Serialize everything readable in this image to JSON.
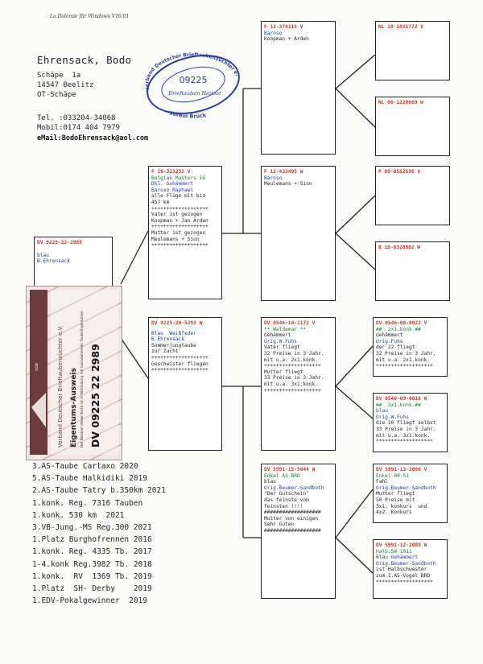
{
  "header": {
    "software": "La Dolomie für Windows V16.01"
  },
  "owner": {
    "name": "Ehrensack, Bodo",
    "street": "Schäpe  1a",
    "city": "14547 Beelitz",
    "district": "OT-Schäpe",
    "tel": "Tel. :033204-34068",
    "mobil": "Mobil:0174 404 7979",
    "email": "eMail:BodoEhrensack@aol.com"
  },
  "stamp": {
    "number": "09225",
    "text_top": "Verband Deutscher Brieftaubenzüchter e.V.",
    "text_mid": "Brieftauben Heimat",
    "text_bottom": "Verein Brück",
    "color": "#2a3f9e"
  },
  "id_card": {
    "org": "Verband Deutscher Brieftaubenzüchter e.V.",
    "title": "Eigentums-Ausweis",
    "note": "Der Besitzer dieser Karte ist in Verbindung mit nachstehender Taube Eigentümer.",
    "ring": "DV 09225 22 2989"
  },
  "subject": {
    "ring": "DV 9225-22-2989",
    "color_name": "blau",
    "breeder": "B.Ehrensack"
  },
  "parents": {
    "father": {
      "ring": "F  16-321232 V",
      "lines": [
        "Belgian Masters 16",
        "Dkl. Gehämmert",
        "Baroso Raphael",
        "alle Flüge mit bis",
        "457 km",
        "+++++++++++++++++++",
        "Vater ist gezogen",
        "Koopman + Jan Arden",
        "+++++++++++++++++++",
        "Mutter ist gezogen",
        "Meulemans + Sion",
        "+++++++++++++++++++"
      ]
    },
    "mother": {
      "ring": "DV 9225-20-5293 W",
      "lines": [
        "Blau  Weißfeder",
        "B.Ehrensack",
        "",
        "Sommerjungtaube",
        "zur Zucht",
        "+++++++++++++++++++",
        "Geschwister fliegen",
        "+++++++++++++++++++"
      ]
    }
  },
  "grandparents": {
    "ff": {
      "ring": "F  13-374115 V",
      "lines": [
        "",
        "Baroso",
        "Koopman + Arden"
      ]
    },
    "fm": {
      "ring": "F  12-432495 W",
      "lines": [
        "",
        "",
        "Baroso",
        "Meulemans + Sion"
      ]
    },
    "mf": {
      "ring": "DV 0546-14-1172 V",
      "lines": [
        "** Waldemar **",
        "Gehämmert",
        "Orig.W.Fuhs",
        "Vater fliegt",
        "32 Preise in 3 Jahr.",
        "mit u.a. 2x1.konk.",
        "+++++++++++++++++++",
        "Mutter fliegt",
        "33 Preise in 3 Jahr.",
        "mit u.a. 3x1.konk.",
        "+++++++++++++++++++"
      ]
    },
    "mm": {
      "ring": "DV 5991-15-5644 W",
      "lines": [
        "Enkel AS-BRD",
        "blau",
        "Orig.Beumer-Sandboth",
        "\"Der Gutschein\"",
        "das feinste vom",
        "feinsten !!!!",
        "###################",
        "",
        "Mutter von einigen",
        "Sehr Guten",
        "###################"
      ]
    }
  },
  "great_grandparents": {
    "fff": {
      "ring": "NL 10-1035772 V",
      "lines": []
    },
    "ffm": {
      "ring": "NL 06-1220669 W",
      "lines": []
    },
    "fmf": {
      "ring": "P  08-8552536 V",
      "lines": []
    },
    "fmm": {
      "ring": "B  10-6328802 W",
      "lines": []
    },
    "mff": {
      "ring": "DV 0546-08-0022 V",
      "lines": [
        "##  2x1.konk.##",
        "Gehämmert",
        "Orig.Fuhs",
        "der 22 fliegt",
        "32 Preise in 3 Jahr.",
        "mit u.a. 2x1.konk.",
        "+++++++++++++++++++"
      ]
    },
    "mfm": {
      "ring": "DV 0546-09-0010 W",
      "lines": [
        "##  3x1.konk.##",
        "blau",
        "Orig.W.Fuhs",
        "die 10 fliegt selbst",
        "33 Preise in 3 Jahr.",
        "mit u.a. 3x1.konk.",
        "*******************"
      ]
    },
    "mmf": {
      "ring": "DV 5991-13-3096 V",
      "lines": [
        "Enkel 00-51",
        "Fahl",
        "Orig.Beumer-Sandboth",
        "Mutter fliegt",
        "50 Preise mit",
        "3x1. konkurs  und",
        "4x2. konkurs"
      ]
    },
    "mmm": {
      "ring": "DV 5991-12-2088 W",
      "lines": [
        "Halb.SW 1011",
        "Blau Gehämmert",
        "Orig.Beumer-Sandboth",
        "ist Halbschwester",
        "zum 1.AS-Vogel BRD",
        "*******************"
      ]
    }
  },
  "achievements": [
    "3.AS-Taube Cartaxo 2020",
    "5.AS-Taube Halkidiki 2019",
    "2.AS-Taube Tatry b.350km 2021",
    "1.konk. Reg. 7316 Tauben",
    "1.konk. 530 km  2021",
    "3.VB-Jung.-MS Reg.300 2021",
    "1.Platz Burghofrennen 2016",
    "1.konk. Reg. 4335 Tb. 2017",
    "1-4.konk Reg.3982 Tb. 2018",
    "1.konk.  RV  1369 Tb. 2019",
    "1.Platz  SH- Derby    2019",
    "1.EDV-Pokalgewinner  2019"
  ],
  "colors": {
    "ring": "#c0392b",
    "name": "#1d3f8c",
    "highlight": "#1e7a2c"
  }
}
